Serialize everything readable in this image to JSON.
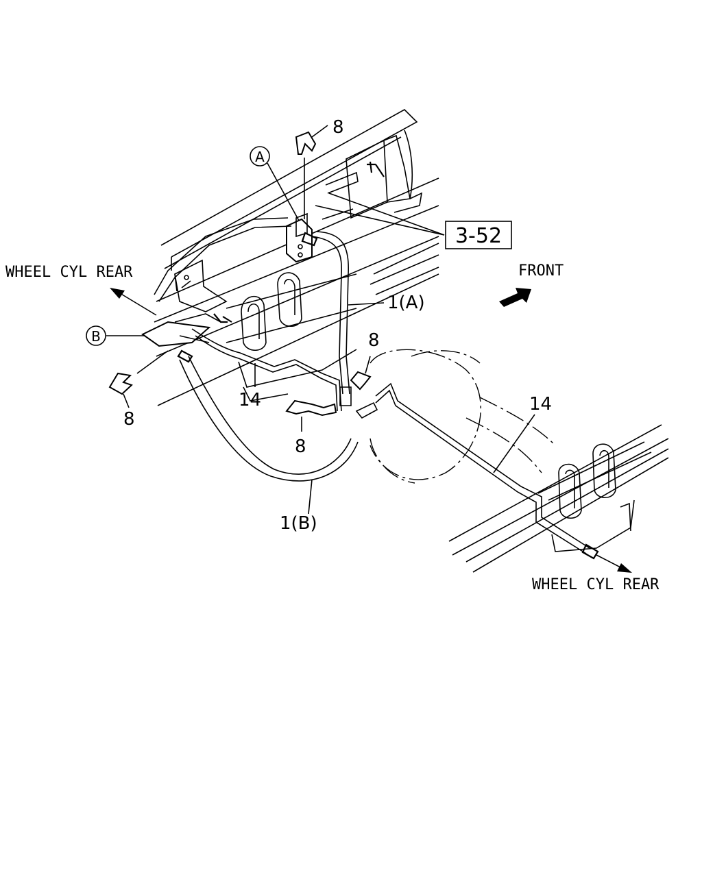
{
  "labels": {
    "wheel_cyl_rear_left": "WHEEL CYL REAR",
    "wheel_cyl_rear_right": "WHEEL CYL REAR",
    "front": "FRONT",
    "ref_box": "3-52",
    "callout_a": "A",
    "callout_b": "B",
    "part_1a": "1(A)",
    "part_1b": "1(B)",
    "part_8_top": "8",
    "part_8_left": "8",
    "part_8_center": "8",
    "part_8_right": "8",
    "part_14_left": "14",
    "part_14_right": "14"
  }
}
